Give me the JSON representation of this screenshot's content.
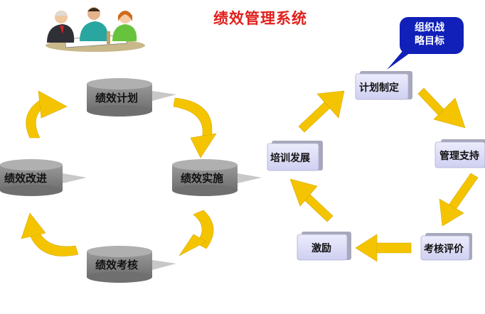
{
  "title": "绩效管理系统",
  "cycle": {
    "plan": "绩效计划",
    "implement": "绩效实施",
    "assess": "绩效考核",
    "improve": "绩效改进"
  },
  "system": {
    "planning": "计划制定",
    "support": "管理支持",
    "evaluation": "考核评价",
    "incentive": "激励",
    "training": "培训发展"
  },
  "callout": {
    "line1": "组织战",
    "line2": "略目标"
  },
  "colors": {
    "title": "#e0201c",
    "arrow": "#f5c400",
    "cylinder": "#8c8c8c",
    "box": "#dcdcf6",
    "callout": "#1020b8"
  }
}
